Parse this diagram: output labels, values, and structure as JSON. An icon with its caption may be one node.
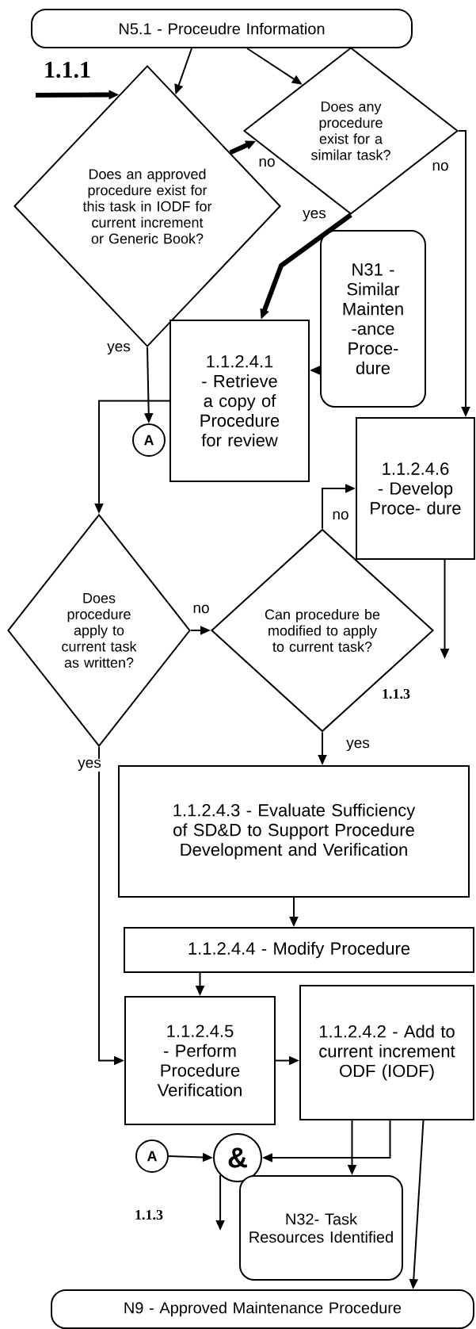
{
  "diagram": {
    "nodes": [
      {
        "text": [
          "N5.1 - Proceudre Information"
        ]
      },
      {
        "text": [
          "Does an approved procedure exist for this task in IODF for current increment or Generic Book?"
        ]
      },
      {
        "text": [
          "Does any procedure exist for a similar task?"
        ]
      },
      {
        "text": [
          "N31 - Similar Mainten -ance Proce- dure"
        ]
      },
      {
        "text": [
          "1.1.2.4.1 - Retrieve a copy of Procedure for review"
        ]
      },
      {
        "text": [
          "A"
        ]
      },
      {
        "text": [
          "1.1.2.4.6 - Develop Proce- dure"
        ]
      },
      {
        "text": [
          "Does procedure apply to current task as written?"
        ]
      },
      {
        "text": [
          "Can procedure be modified to apply to current task?"
        ]
      },
      {
        "text": [
          "1.1.2.4.3 - Evaluate Sufficiency of SD&D to Support Procedure Development and Verification"
        ]
      },
      {
        "text": [
          "1.1.2.4.4 - Modify Procedure"
        ]
      },
      {
        "text": [
          "1.1.2.4.5 - Perform Procedure Verification"
        ]
      },
      {
        "text": [
          "1.1.2.4.2 - Add to current increment ODF (IODF)"
        ]
      },
      {
        "text": [
          "A"
        ]
      },
      {
        "text": [
          "&"
        ]
      },
      {
        "text": [
          "N32- Task Resources Identified"
        ]
      },
      {
        "text": [
          "N9 - Approved Maintenance Procedure"
        ]
      }
    ],
    "edges": [
      {
        "from": null,
        "to": 1,
        "arrow": "to",
        "label": "1.1.1",
        "style": "thick"
      },
      {
        "from": 0,
        "to": 1,
        "arrow": "to"
      },
      {
        "from": 0,
        "to": 2,
        "arrow": "to"
      },
      {
        "from": 1,
        "to": 2,
        "arrow": "to",
        "label": "no",
        "style": "thick"
      },
      {
        "from": 2,
        "to": 6,
        "arrow": "to",
        "label": "no"
      },
      {
        "from": 2,
        "to": 4,
        "arrow": "to",
        "label": "yes",
        "style": "thick"
      },
      {
        "from": 3,
        "to": 4,
        "arrow": "to"
      },
      {
        "from": 1,
        "to": 5,
        "arrow": "to",
        "label": "yes"
      },
      {
        "from": 4,
        "to": 7,
        "arrow": "to"
      },
      {
        "from": 6,
        "to": null,
        "arrow": "to",
        "label": "1.1.3"
      },
      {
        "from": 7,
        "to": 8,
        "arrow": "to",
        "label": "no"
      },
      {
        "from": 8,
        "to": 6,
        "arrow": "to",
        "label": "no"
      },
      {
        "from": 8,
        "to": 9,
        "arrow": "to",
        "label": "yes"
      },
      {
        "from": 9,
        "to": 10,
        "arrow": "to"
      },
      {
        "from": 10,
        "to": 11,
        "arrow": "to"
      },
      {
        "from": 7,
        "to": 11,
        "arrow": "to",
        "label": "yes"
      },
      {
        "from": 11,
        "to": 12,
        "arrow": "to"
      },
      {
        "from": 12,
        "to": 15,
        "arrow": "to"
      },
      {
        "from": 12,
        "to": 14,
        "arrow": "to"
      },
      {
        "from": 12,
        "to": 16,
        "arrow": "to"
      },
      {
        "from": 13,
        "to": 14,
        "arrow": "to"
      },
      {
        "from": 14,
        "to": null,
        "arrow": "to",
        "label": "1.1.3"
      }
    ]
  }
}
